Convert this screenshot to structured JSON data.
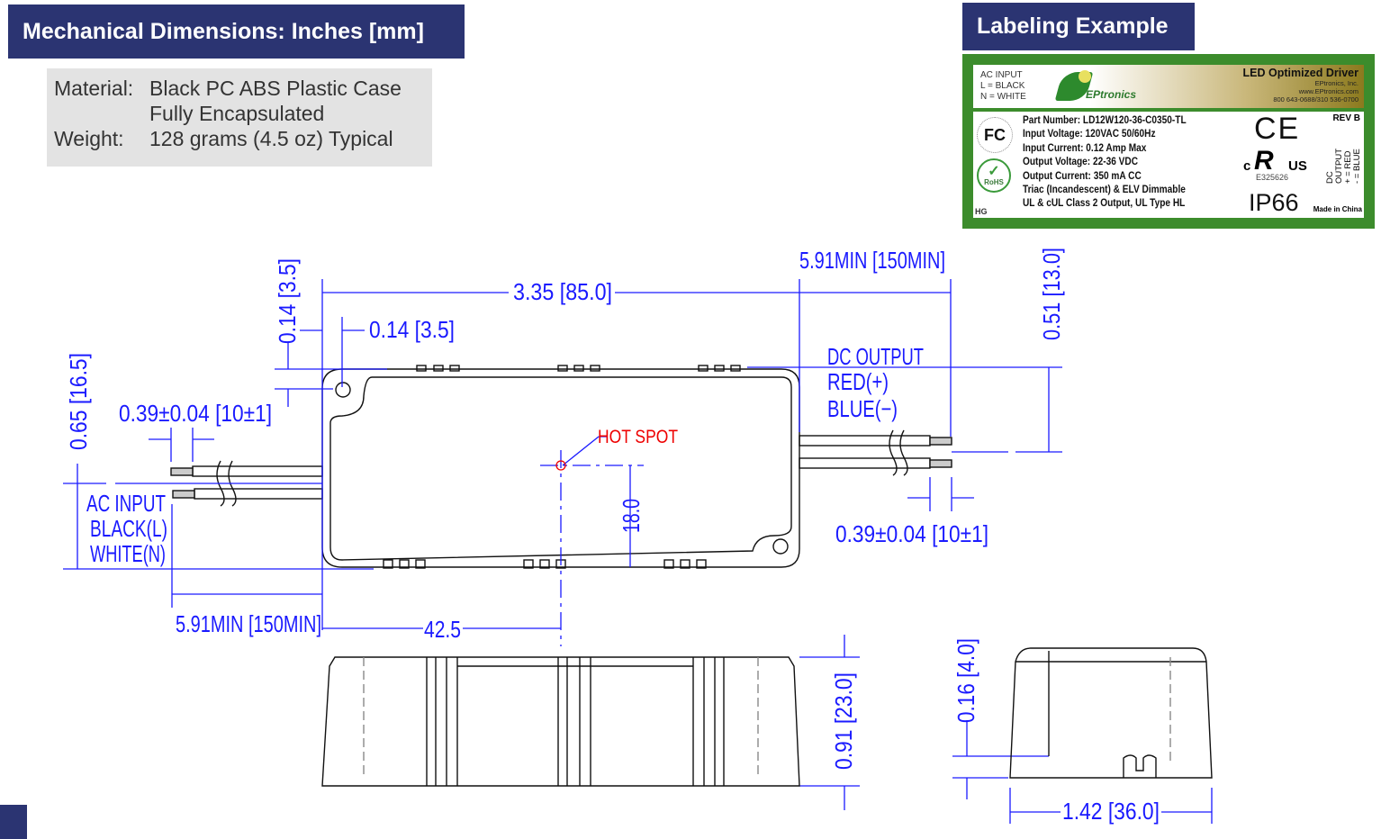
{
  "header": {
    "title": "Mechanical Dimensions: Inches [mm]",
    "labeling_title": "Labeling Example"
  },
  "info": {
    "material_label": "Material:",
    "material_line1": "Black PC ABS Plastic Case",
    "material_line2": "Fully Encapsulated",
    "weight_label": "Weight:",
    "weight_value": "128 grams (4.5 oz) Typical"
  },
  "label": {
    "ac_input": "AC INPUT",
    "l_black": "L = BLACK",
    "n_white": "N = WHITE",
    "logo": "EPtronics",
    "product": "LED Optimized Driver",
    "company": "EPtronics, Inc.",
    "website": "www.EPtronics.com",
    "phone": "800 643-0688/310 536-0700",
    "specs": [
      "Part Number: LD12W120-36-C0350-TL",
      "Input Voltage: 120VAC 50/60Hz",
      "Input Current: 0.12 Amp Max",
      "Output Voltage: 22-36 VDC",
      "Output Current: 350 mA CC",
      "Triac (Incandescent) & ELV Dimmable",
      "UL & cUL Class 2 Output, UL Type HL"
    ],
    "rev": "REV B",
    "ce": "CE",
    "ul_c": "c",
    "ul_us": "US",
    "ul_file": "E325626",
    "ip": "IP66",
    "made_in": "Made in China",
    "hg": "HG",
    "rohs": "RoHS",
    "fc": "FC",
    "dc_output": "DC OUTPUT",
    "plus_red": "+ = RED",
    "minus_blue": "- = BLUE"
  },
  "drawing": {
    "d_length": "3.35 [85.0]",
    "d_out_lead": "5.91MIN [150MIN]",
    "d_in_lead": "5.91MIN [150MIN]",
    "d_top_hole": "0.14 [3.5]",
    "d_left_hole": "0.14 [3.5]",
    "d_height": "0.65 [16.5]",
    "d_strip_in": "0.39±0.04 [10±1]",
    "d_strip_out": "0.39±0.04 [10±1]",
    "d_out_pos": "0.51 [13.0]",
    "dc_output": "DC OUTPUT",
    "red": "RED(+)",
    "blue": "BLUE(−)",
    "ac_input": "AC INPUT",
    "black": "BLACK(L)",
    "white": "WHITE(N)",
    "hot_spot": "HOT SPOT",
    "d_hs_y": "18.0",
    "d_hs_x": "42.5",
    "d_side_h": "0.91 [23.0]",
    "d_end_step": "0.16 [4.0]",
    "d_end_w": "1.42 [36.0]"
  }
}
